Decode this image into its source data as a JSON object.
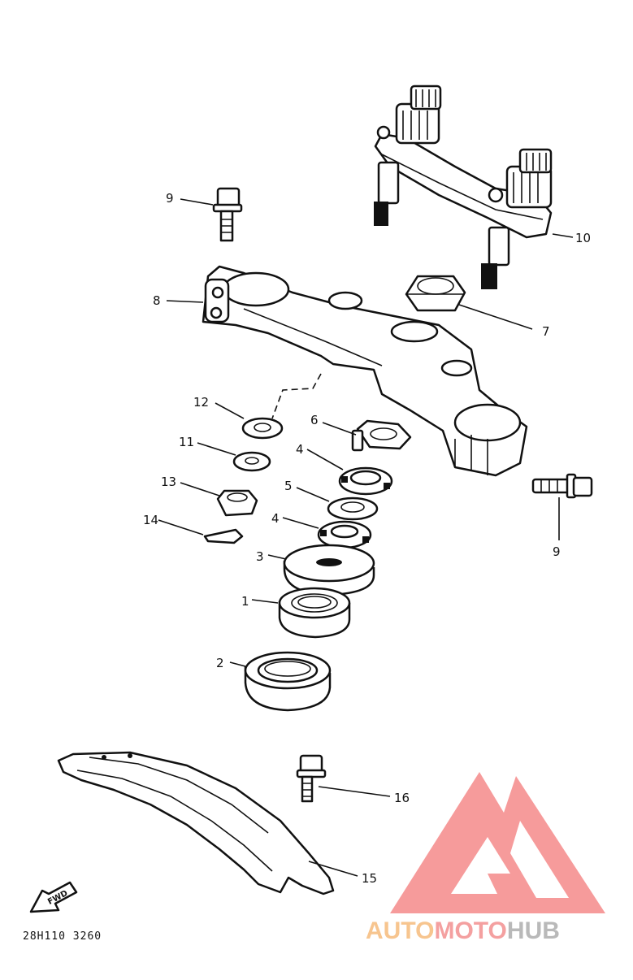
{
  "diagram": {
    "part_labels": {
      "p1": "1",
      "p2": "2",
      "p3": "3",
      "p4a": "4",
      "p4b": "4",
      "p5": "5",
      "p6": "6",
      "p7": "7",
      "p8": "8",
      "p9a": "9",
      "p9b": "9",
      "p10": "10",
      "p11": "11",
      "p12": "12",
      "p13": "13",
      "p14": "14",
      "p15": "15",
      "p16": "16"
    },
    "fwd_label": "FWD",
    "diagram_code": "28H110 3260"
  },
  "watermark": {
    "text_auto": "AUTO",
    "text_moto": "MOTO",
    "text_hub": "HUB",
    "colors": {
      "auto": "#f7c58f",
      "moto": "#f4a0a0",
      "hub": "#b9b9b9",
      "logo": "#f58a8a"
    }
  }
}
